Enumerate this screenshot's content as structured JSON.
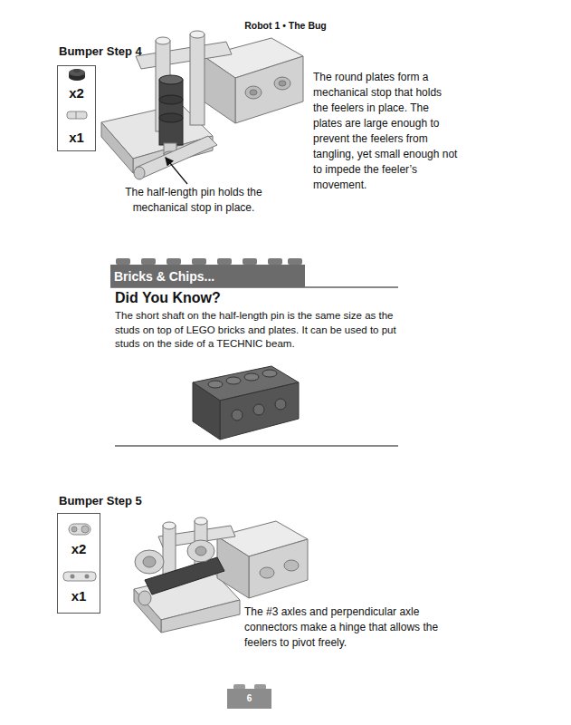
{
  "diagram": {
    "title": "Robot 1 • The Bug",
    "nodes": [
      {
        "text": [
          "x2",
          "x1"
        ]
      },
      {
        "text": [
          "Bricks & Chips..."
        ]
      },
      {
        "text": [
          "x2",
          "x1"
        ]
      },
      {
        "text": [
          "6"
        ]
      }
    ],
    "labels": [
      "Bumper Step 4",
      "The round plates form a mechanical stop that holds the feelers in place. The plates are large enough to prevent the feelers from tangling, yet small enough not to impede the feeler’s movement.",
      "The half-length pin holds the mechanical stop in place.",
      "Did You Know?",
      "The short shaft on the half-length pin is the same size as the studs on top of LEGO bricks and plates. It can be used to put studs on the side of a TECHNIC beam.",
      "Bumper Step 5",
      "The #3 axles and perpendicular axle connectors make a hinge that allows the feelers to pivot freely."
    ]
  }
}
